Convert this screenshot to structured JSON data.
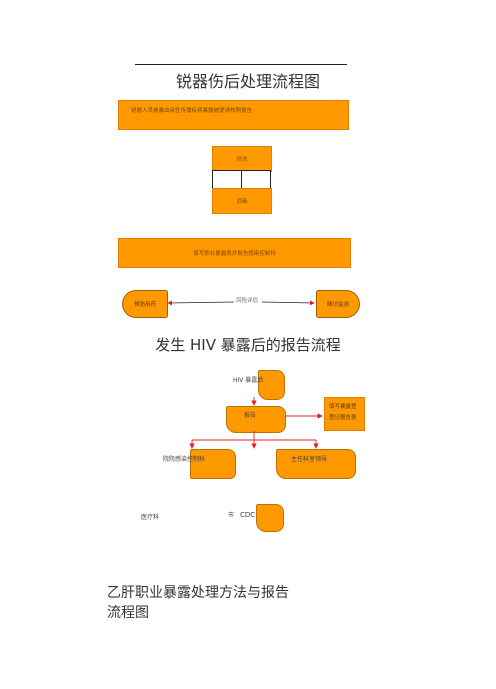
{
  "flow1": {
    "title": "锐器伤后处理流程图",
    "notice": "锐器人员被暴血液性传播疾病暴露被提请核照报告",
    "squeeze": "挤洗",
    "rinse": "消毒",
    "fill": "填写职业暴露表并报告感染控制科",
    "preventive": "预防用药",
    "risk": "风险评估",
    "followup": "随访监测"
  },
  "flow2": {
    "title": "发生  HIV 暴露后的报告流程",
    "hiv_exposure": "HIV 暴露后",
    "report": "报告",
    "register": [
      "填写暴露登",
      "登记报告表"
    ],
    "infection_dept": "院院感染控制科",
    "leader": "主任科室领导",
    "medical_dept": "医疗科",
    "cdc_prefix": "市",
    "cdc": "CDC"
  },
  "flow3": {
    "title_line1": "乙肝职业暴露处理方法与报告",
    "title_line2": "流程图"
  },
  "colors": {
    "box_fill": "#ff9900",
    "arrow_red": "#e02020"
  }
}
